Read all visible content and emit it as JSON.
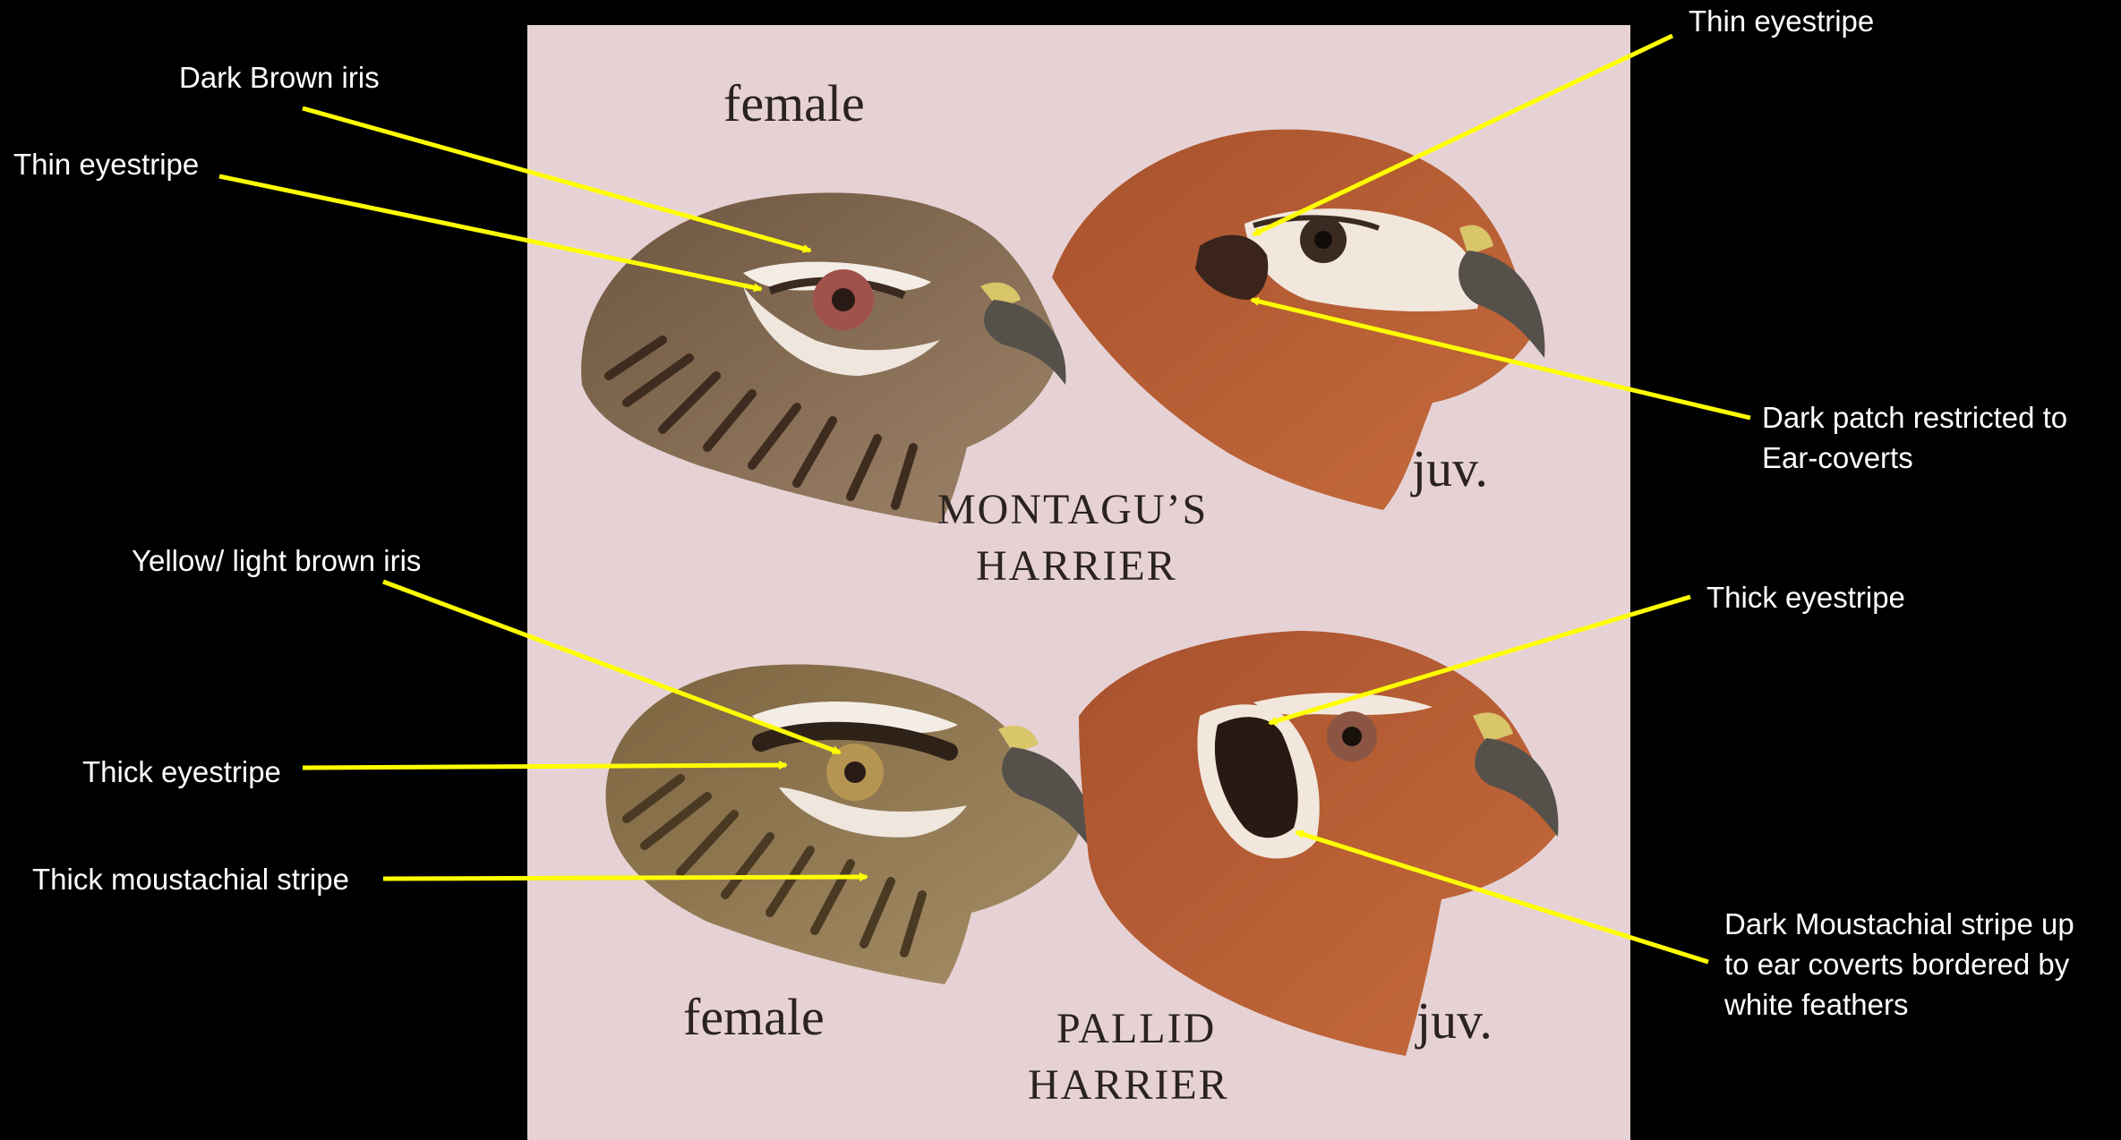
{
  "plate": {
    "montagus_female": "female",
    "montagus_juv": "juv.",
    "montagus_title_1": "MONTAGU’S",
    "montagus_title_2": "HARRIER",
    "pallid_female": "female",
    "pallid_juv": "juv.",
    "pallid_title_1": "PALLID",
    "pallid_title_2": "HARRIER",
    "colors": {
      "background": "#000000",
      "plate": "#e6d2d4",
      "arrow": "#ffff00",
      "label": "#ffffff"
    }
  },
  "annotations": {
    "dark_brown_iris": "Dark Brown iris",
    "thin_eyestripe_left": "Thin eyestripe",
    "thin_eyestripe_right": "Thin eyestripe",
    "dark_patch": "Dark patch restricted to\nEar-coverts",
    "yellow_iris": "Yellow/ light brown iris",
    "thick_eyestripe_left": "Thick eyestripe",
    "thick_moustachial": "Thick moustachial stripe",
    "thick_eyestripe_right": "Thick eyestripe",
    "dark_moustachial": "Dark Moustachial stripe up\nto ear coverts bordered by\nwhite feathers"
  }
}
